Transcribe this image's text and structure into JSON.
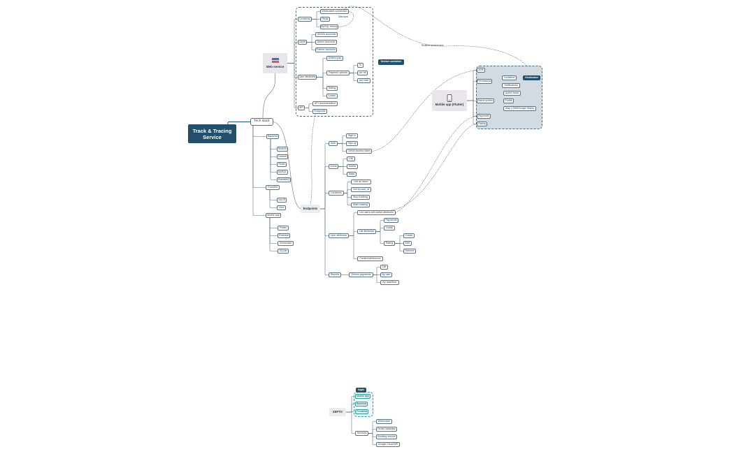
{
  "root": "Track & Tracing Service",
  "tech_stack": {
    "label": "Tech stack",
    "backend": {
      "label": "Backend",
      "items": [
        "NodeJs",
        "Laravel",
        "Redis",
        "MySQL",
        "RabbitMQ"
      ]
    },
    "frontend": {
      "label": "Frontend",
      "items": [
        "VueJS",
        "Vuex"
      ]
    },
    "mobile": {
      "label": "Mobile app",
      "items": [
        "Flutter",
        "Firebase",
        "Geolocator",
        "SQLite"
      ]
    }
  },
  "web_service": {
    "label": "Web service",
    "locations": {
      "label": "Locations",
      "items": [
        "Websocket connection",
        "Redis",
        "MySQL history"
      ]
    },
    "users": {
      "label": "Users",
      "items": [
        "Drivers accounts",
        "Admin accounts",
        "Partner accounts"
      ]
    },
    "user_attributes": {
      "label": "User attributes",
      "drivers_pay": "Drivers pay",
      "payment_options": "Payment options",
      "options": [
        "%",
        "per mi",
        "per load"
      ],
      "rating": "Rating",
      "loads": "Loads"
    },
    "api": {
      "label": "API",
      "items": [
        "API documentation",
        "Endpoints"
      ]
    },
    "websocket_label": "Data sync",
    "docker": "Docker container"
  },
  "realtime_label": "Realtime send/receive",
  "mobile_app": {
    "label": "Mobile app (Flutter)",
    "auth": "Auth",
    "permissions": {
      "label": "Permissions",
      "items": [
        "Locations",
        "Notifications"
      ]
    },
    "geolocator": "Geolocator",
    "home": {
      "label": "Home screen",
      "items": [
        "Active loads",
        "Profile",
        "Map (OSM/Google Maps)"
      ]
    },
    "payments": "Payments",
    "rating": "Rating"
  },
  "endpoints": {
    "label": "Endpoints",
    "auth": {
      "label": "Auth",
      "items": [
        "Sign in",
        "Sign up",
        "Check access token"
      ]
    },
    "users": {
      "label": "Users",
      "items": [
        "List",
        "Delete",
        "Mass"
      ]
    },
    "locations": {
      "label": "Locations",
      "items": [
        "Get all direct",
        "Get by user_id",
        "Stop tracking",
        "Start tracking"
      ]
    },
    "user_attributes": {
      "label": "User attributes",
      "list_with": "List users with active attributes",
      "list_attr": "List attributes",
      "payments": "Payments",
      "loads": "Loads",
      "rating": {
        "label": "Rating",
        "items": [
          "Create",
          "Edit",
          "Remove"
        ]
      },
      "create": "Create/edit/remove"
    },
    "reports": {
      "label": "Reports",
      "drivers_payments": "Drivers payments",
      "items": [
        "List",
        "By user",
        "By date/time"
      ]
    }
  },
  "zepto": {
    "label": "ZEPTO",
    "apps_label": "Apps",
    "apps": [
      "Mobile app",
      "Backend",
      "Frontend"
    ],
    "services_label": "Services",
    "services": [
      "Websocket",
      "Redis Database",
      "Booking service",
      "Google Cloud API"
    ]
  },
  "colors": {
    "primary": "#22506b",
    "line": "#5b7284",
    "teal": "#2e9a9a",
    "card": "#e9e5ea"
  },
  "icons": [
    "server-icon",
    "phone-icon"
  ]
}
